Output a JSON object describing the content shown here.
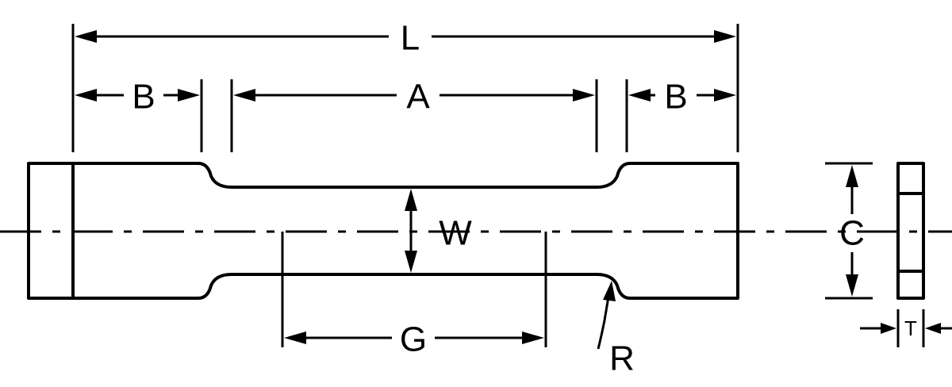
{
  "labels": {
    "overall_length": "L",
    "grip_length": "B",
    "reduced_length": "A",
    "gauge_length": "G",
    "width": "W",
    "grip_width": "C",
    "thickness": "T",
    "fillet_radius": "R"
  }
}
